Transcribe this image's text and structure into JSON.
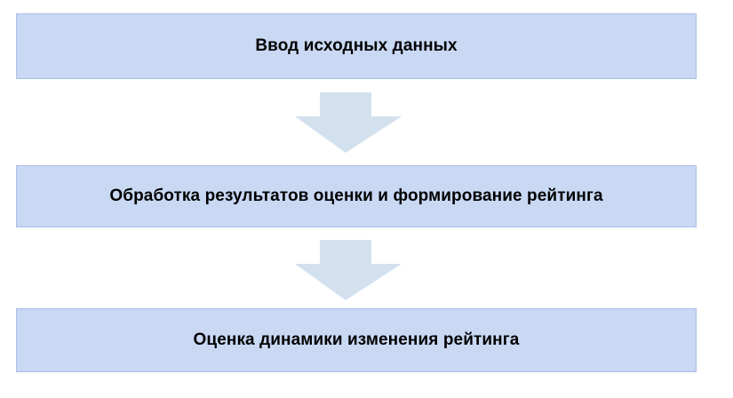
{
  "diagram": {
    "title": "",
    "background_color": "#ffffff",
    "box_fill_color": "#c9d8f3",
    "box_border_color": "#a8c0e8",
    "arrow_fill_color": "#d3e1ef",
    "text_color": "#000000",
    "steps": [
      {
        "id": "step-1",
        "label": "Ввод исходных данных"
      },
      {
        "id": "step-2",
        "label": "Обработка результатов оценки и формирование рейтинга"
      },
      {
        "id": "step-3",
        "label": "Оценка динамики изменения рейтинга"
      }
    ],
    "connectors": [
      {
        "id": "connector-1",
        "icon": "arrow-down-icon",
        "from": "step-1",
        "to": "step-2"
      },
      {
        "id": "connector-2",
        "icon": "arrow-down-icon",
        "from": "step-2",
        "to": "step-3"
      }
    ]
  }
}
